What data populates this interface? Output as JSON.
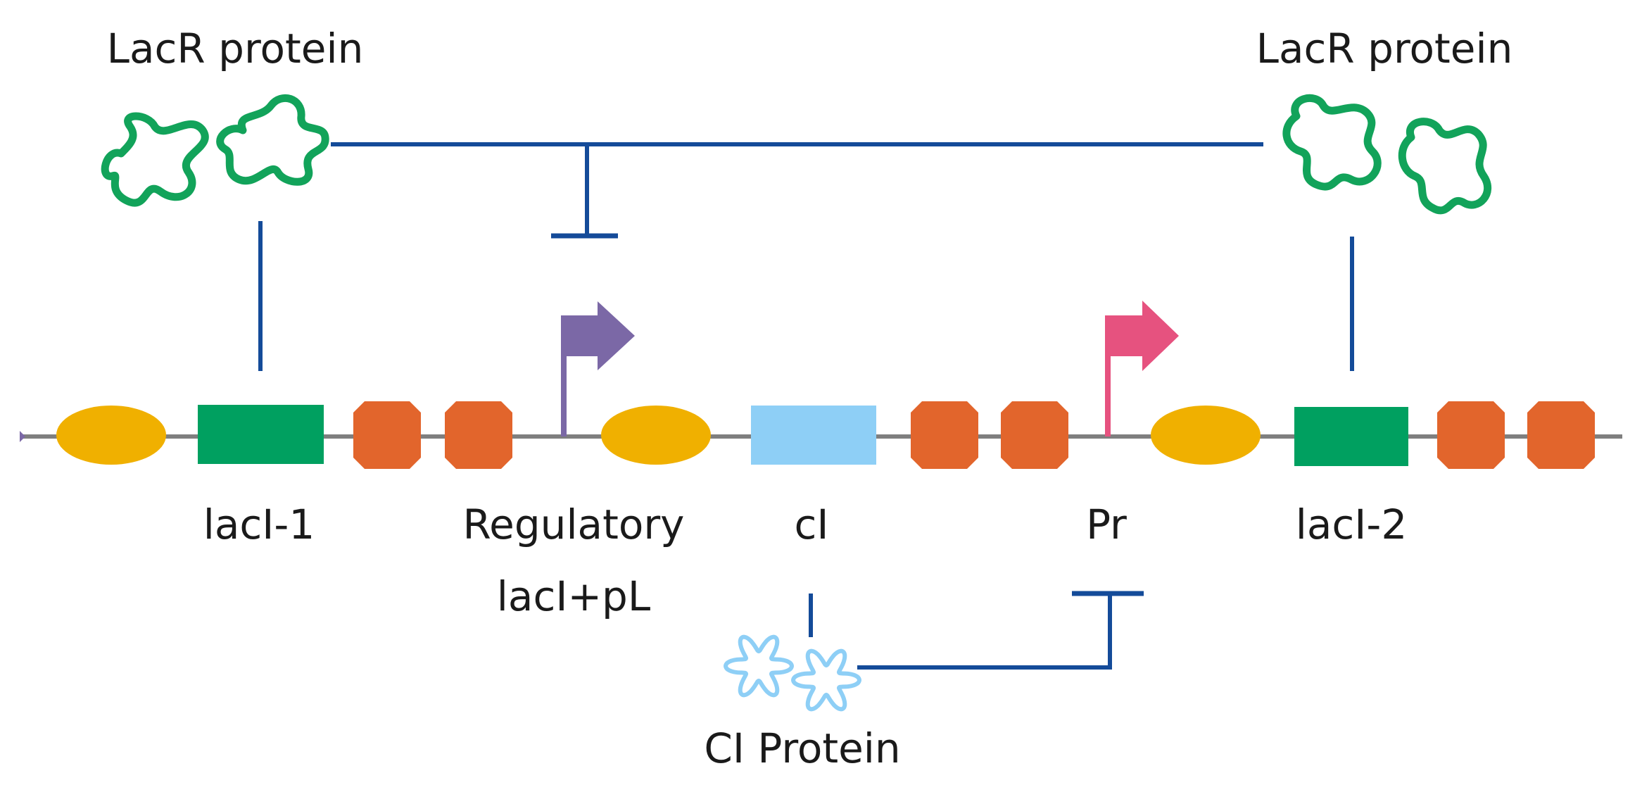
{
  "labels": {
    "lacr_left": "LacR protein",
    "lacr_right": "LacR protein",
    "laci1": "lacI-1",
    "regulatory": "Regulatory",
    "regulatory_sub": "lacI+pL",
    "ci": "cI",
    "pr": "Pr",
    "laci2": "lacI-2",
    "ci_protein": "CI Protein"
  },
  "colors": {
    "dna_backbone": "#7f7f7f",
    "rbs": "#f0b000",
    "lacI_gene": "#00a060",
    "cI_gene": "#8ecff6",
    "terminator": "#e2652c",
    "pL_promoter": "#7b68a6",
    "pR_promoter": "#e6527f",
    "repression": "#144b99",
    "lacR_protein": "#12a35a",
    "cI_protein": "#8ecff6"
  },
  "icons": {
    "lacR": "wavy-protein-icon",
    "cI": "flower-protein-icon",
    "promoter": "bent-arrow-promoter-icon",
    "terminator": "octagon-terminator-icon",
    "rbs": "ellipse-rbs-icon",
    "repression": "t-bar-repression-icon"
  }
}
